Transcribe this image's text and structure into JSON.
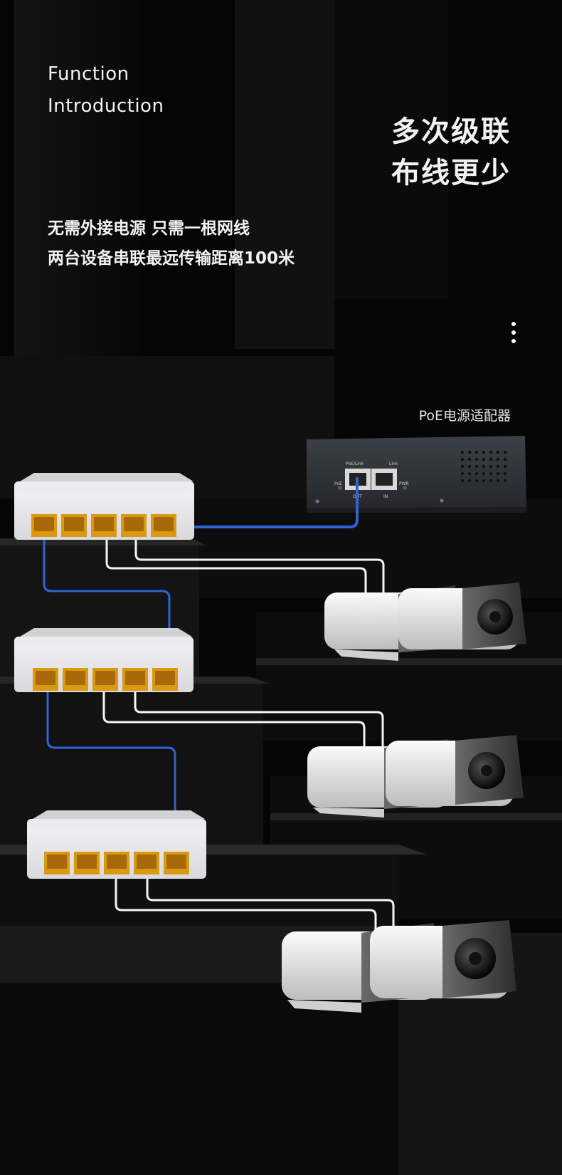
{
  "header": {
    "function_line1": "Function",
    "function_line2": "Introduction",
    "headline_line1": "多次级联",
    "headline_line2": "布线更少",
    "desc_line1": "无需外接电源 只需一根网线",
    "desc_line2": "两台设备串联最远传输距离100米"
  },
  "poe_adapter": {
    "label": "PoE电源适配器",
    "port_left_label": "PoE/Link",
    "port_right_label": "Link",
    "led_left_label": "PoE",
    "led_right_label": "PWR",
    "port_out_label": "OUT",
    "port_in_label": "IN"
  },
  "icons": [
    "more-vertical-icon"
  ],
  "colors": {
    "background": "#060606",
    "uplink_cable": "#2f64d6",
    "downlink_cable": "#f5f5f5",
    "switch_body": "#e9e9ec",
    "port_gold": "#d99a12"
  }
}
